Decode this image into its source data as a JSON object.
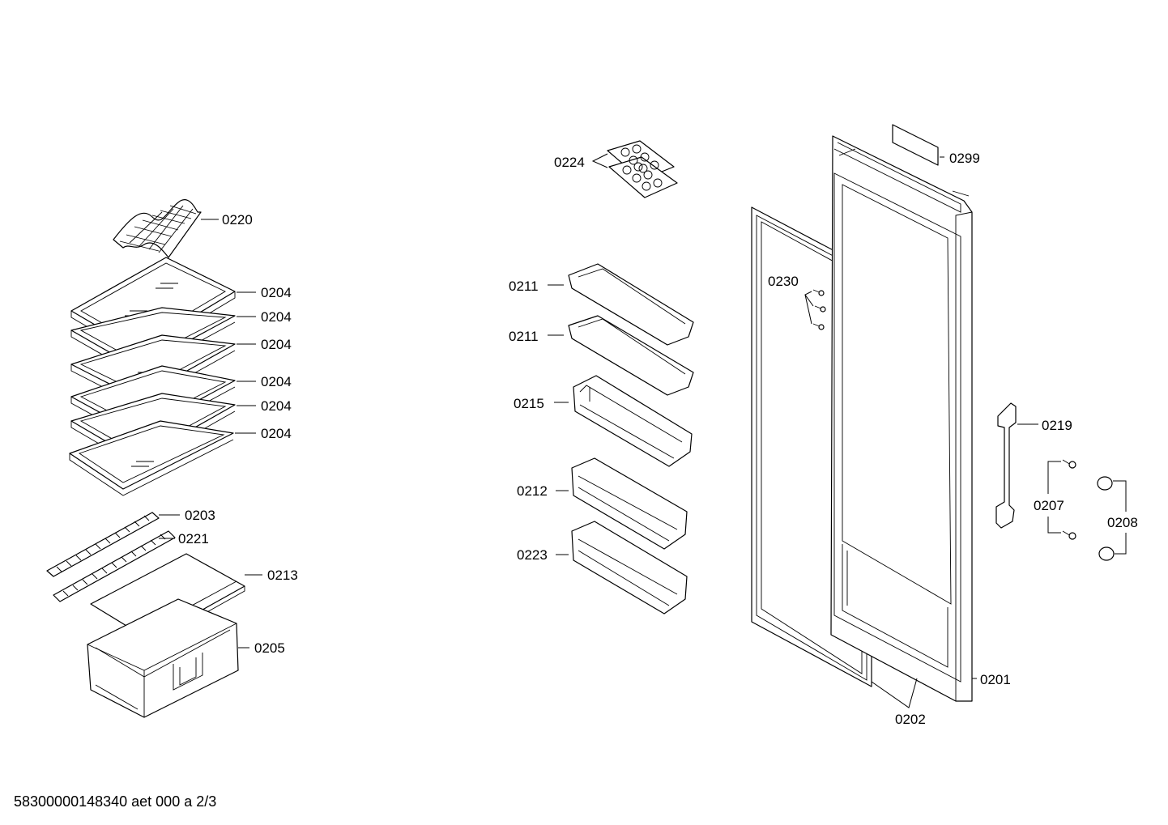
{
  "labels": {
    "l0220": "0220",
    "l0204": "0204",
    "l0203": "0203",
    "l0221": "0221",
    "l0213": "0213",
    "l0205": "0205",
    "l0224": "0224",
    "l0211": "0211",
    "l0215": "0215",
    "l0212": "0212",
    "l0223": "0223",
    "l0230": "0230",
    "l0299": "0299",
    "l0219": "0219",
    "l0207": "0207",
    "l0208": "0208",
    "l0201": "0201",
    "l0202": "0202"
  },
  "footer": {
    "code": "58300000148340 aet 000 a 2/3"
  }
}
